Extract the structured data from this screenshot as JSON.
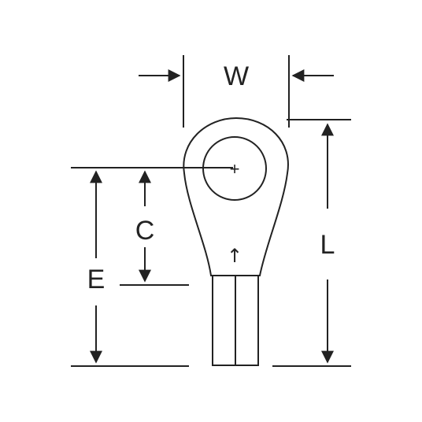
{
  "diagram": {
    "labels": {
      "width": "W",
      "length": "L",
      "center": "C",
      "overall": "E"
    },
    "center_mark": "+",
    "direction_mark": "↑"
  },
  "colors": {
    "ink": "#222222",
    "background": "#ffffff"
  }
}
